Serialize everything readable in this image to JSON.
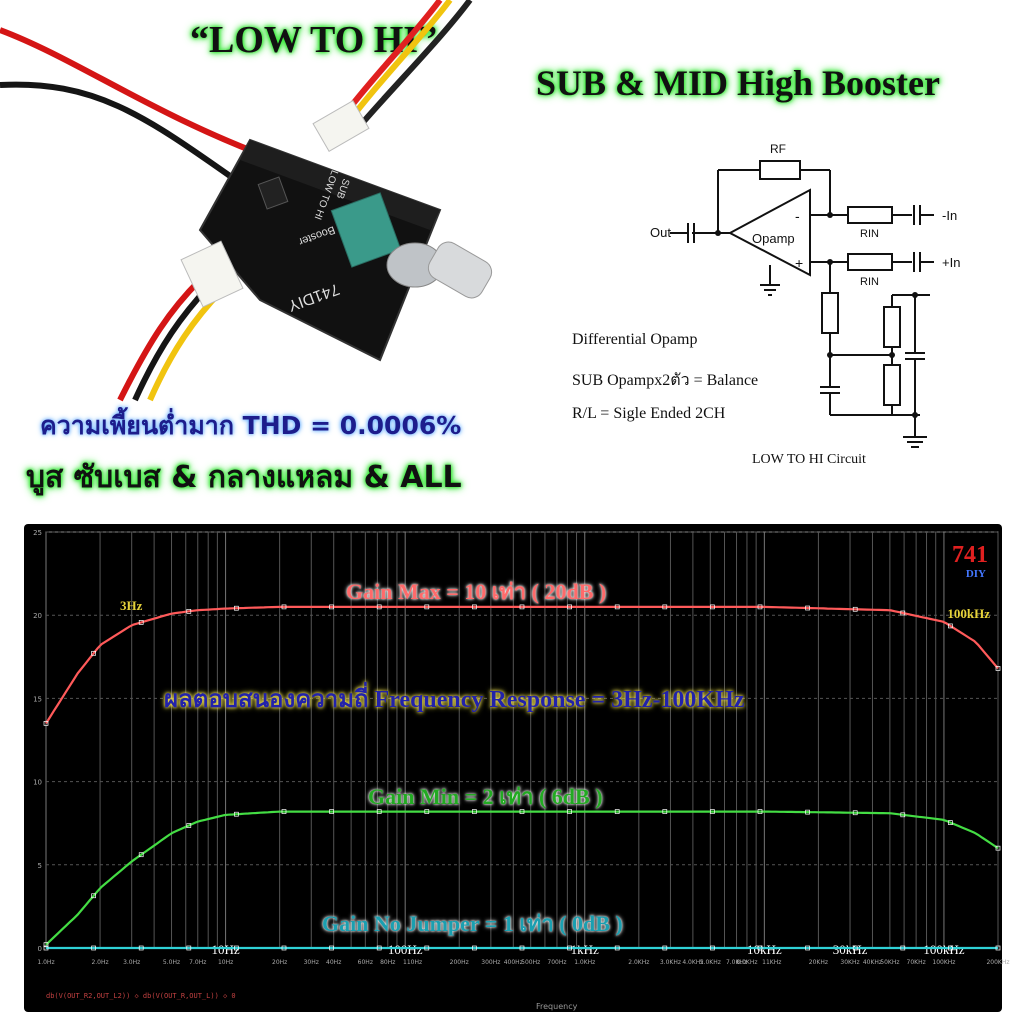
{
  "header": {
    "title_left": "“LOW TO HI”",
    "title_right": "SUB & MID High Booster",
    "thd_line": "ความเพี้ยนต่ำมาก THD = 0.0006%",
    "boost_line": "บูส ซับเบส & กลางแหลม & ALL"
  },
  "product": {
    "board_text": [
      "741DIY",
      "Booster",
      "LOW TO HI",
      "SUB"
    ]
  },
  "circuit": {
    "labels": {
      "rf": "RF",
      "rin1": "RIN",
      "rin2": "RIN",
      "opamp": "Opamp",
      "out": "Out",
      "minus_in": "-In",
      "plus_in": "+In",
      "minus": "-",
      "plus": "+"
    },
    "notes": [
      "Differential Opamp",
      "SUB Opampx2ตัว = Balance",
      "R/L = Sigle Ended 2CH"
    ],
    "caption": "LOW TO HI Circuit"
  },
  "chart_data": {
    "type": "line",
    "x_scale": "log",
    "xlim": [
      1,
      200000
    ],
    "ylim": [
      0,
      25
    ],
    "y_ticks": [
      0,
      5,
      10,
      15,
      20,
      25
    ],
    "x_ticks_major": [
      "10Hz",
      "100Hz",
      "1kHz",
      "10kHz",
      "30kHz",
      "100kHz"
    ],
    "x_ticks_minor": [
      "1.0Hz",
      "2.0Hz",
      "3.0Hz",
      "5.0Hz",
      "7.0Hz",
      "10Hz",
      "20Hz",
      "30Hz",
      "40Hz",
      "60Hz",
      "80Hz",
      "110Hz",
      "200Hz",
      "300Hz",
      "400Hz",
      "500Hz",
      "700Hz",
      "1.0KHz",
      "2.0KHz",
      "3.0KHz",
      "4.0KHz",
      "5.0KHz",
      "7.0KHz",
      "8.0KHz",
      "11KHz",
      "20KHz",
      "30KHz",
      "40KHz",
      "50KHz",
      "70KHz",
      "100KHz",
      "200KHz"
    ],
    "xlabel": "Frequency",
    "legend_text": "db(V(OUT_R2,OUT_L2)) ◇ db(V(OUT_R,OUT_L)) ◇ 0",
    "brand": "741",
    "brand_sub": "DIY",
    "title": "ผลตอบสนองความถี่  Frequency Response  = 3Hz-100KHz",
    "annotations": [
      "3Hz",
      "100kHz"
    ],
    "series": [
      {
        "name": "Gain Max = 10 เท่า ( 20dB )",
        "color": "#ff5a5a",
        "x": [
          1,
          1.5,
          2,
          3,
          5,
          7,
          10,
          20,
          50,
          100,
          1000,
          10000,
          50000,
          100000,
          150000,
          200000
        ],
        "y": [
          13.5,
          16.5,
          18.2,
          19.4,
          20.1,
          20.3,
          20.4,
          20.5,
          20.5,
          20.5,
          20.5,
          20.5,
          20.3,
          19.6,
          18.4,
          16.8
        ]
      },
      {
        "name": "Gain Min = 2 เท่า ( 6dB )",
        "color": "#44dd44",
        "x": [
          1,
          1.5,
          2,
          3,
          5,
          7,
          10,
          20,
          50,
          100,
          1000,
          10000,
          50000,
          100000,
          150000,
          200000
        ],
        "y": [
          0.2,
          2.0,
          3.6,
          5.2,
          6.9,
          7.6,
          8.0,
          8.2,
          8.2,
          8.2,
          8.2,
          8.2,
          8.1,
          7.7,
          6.9,
          6.0
        ]
      },
      {
        "name": "Gain No Jumper = 1 เท่า ( 0dB )",
        "color": "#2fd1d6",
        "x": [
          1,
          200000
        ],
        "y": [
          0,
          0
        ]
      }
    ]
  }
}
